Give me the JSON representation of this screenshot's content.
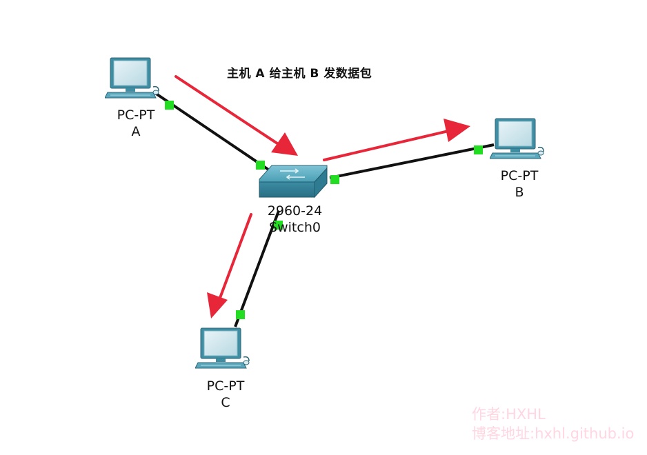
{
  "caption": "主机 A 给主机 B 发数据包",
  "nodes": {
    "pc_a": {
      "model": "PC-PT",
      "name": "A"
    },
    "pc_b": {
      "model": "PC-PT",
      "name": "B"
    },
    "pc_c": {
      "model": "PC-PT",
      "name": "C"
    },
    "switch": {
      "model": "2960-24",
      "name": "Switch0"
    }
  },
  "links": [
    {
      "from": "pc_a",
      "to": "switch",
      "status": "up"
    },
    {
      "from": "switch",
      "to": "pc_b",
      "status": "up"
    },
    {
      "from": "switch",
      "to": "pc_c",
      "status": "up"
    }
  ],
  "flow_arrows": [
    {
      "from": "pc_a",
      "to": "switch"
    },
    {
      "from": "switch",
      "to": "pc_b"
    },
    {
      "from": "switch",
      "to": "pc_c"
    }
  ],
  "watermark": {
    "author": "作者:HXHL",
    "blog": "博客地址:hxhl.github.io"
  },
  "colors": {
    "cable": "#111111",
    "port_up": "#22dd22",
    "arrow": "#e8263a",
    "switch_body": "#4a9fb4",
    "watermark": "#ffd6e2"
  },
  "icons": {
    "pc": "desktop-computer-icon",
    "switch": "network-switch-icon"
  }
}
